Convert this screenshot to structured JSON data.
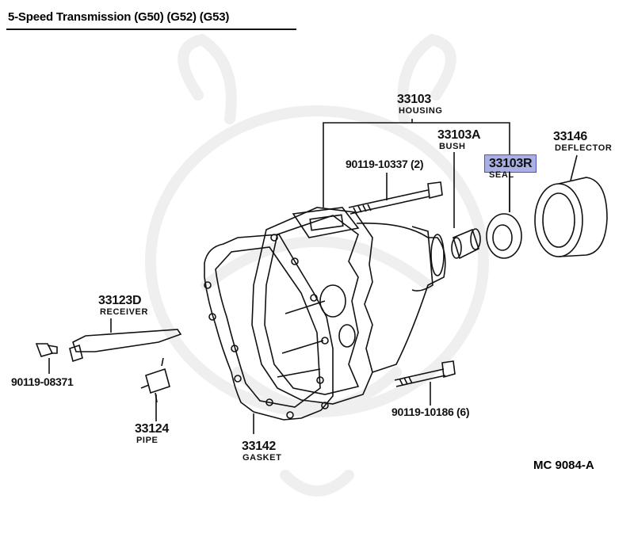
{
  "title": "5-Speed Transmission (G50) (G52) (G53)",
  "reference": "MC  9084-A",
  "colors": {
    "highlight": "#aab0e6",
    "highlight_border": "#4a56b8",
    "ink": "#111111",
    "watermark": "#efefef"
  },
  "parts": {
    "housing": {
      "number": "33103",
      "name": "HOUSING"
    },
    "bush": {
      "number": "33103A",
      "name": "BUSH"
    },
    "seal": {
      "number": "33103R",
      "name": "SEAL",
      "highlighted": true
    },
    "deflector": {
      "number": "33146",
      "name": "DEFLECTOR"
    },
    "bolt_top": {
      "number": "90119-10337",
      "qty": "(2)"
    },
    "receiver": {
      "number": "33123D",
      "name": "RECEIVER"
    },
    "plug": {
      "number": "90119-08371"
    },
    "pipe": {
      "number": "33124",
      "name": "PIPE"
    },
    "gasket": {
      "number": "33142",
      "name": "GASKET"
    },
    "bolt_bottom": {
      "number": "90119-10186",
      "qty": "(6)"
    }
  }
}
